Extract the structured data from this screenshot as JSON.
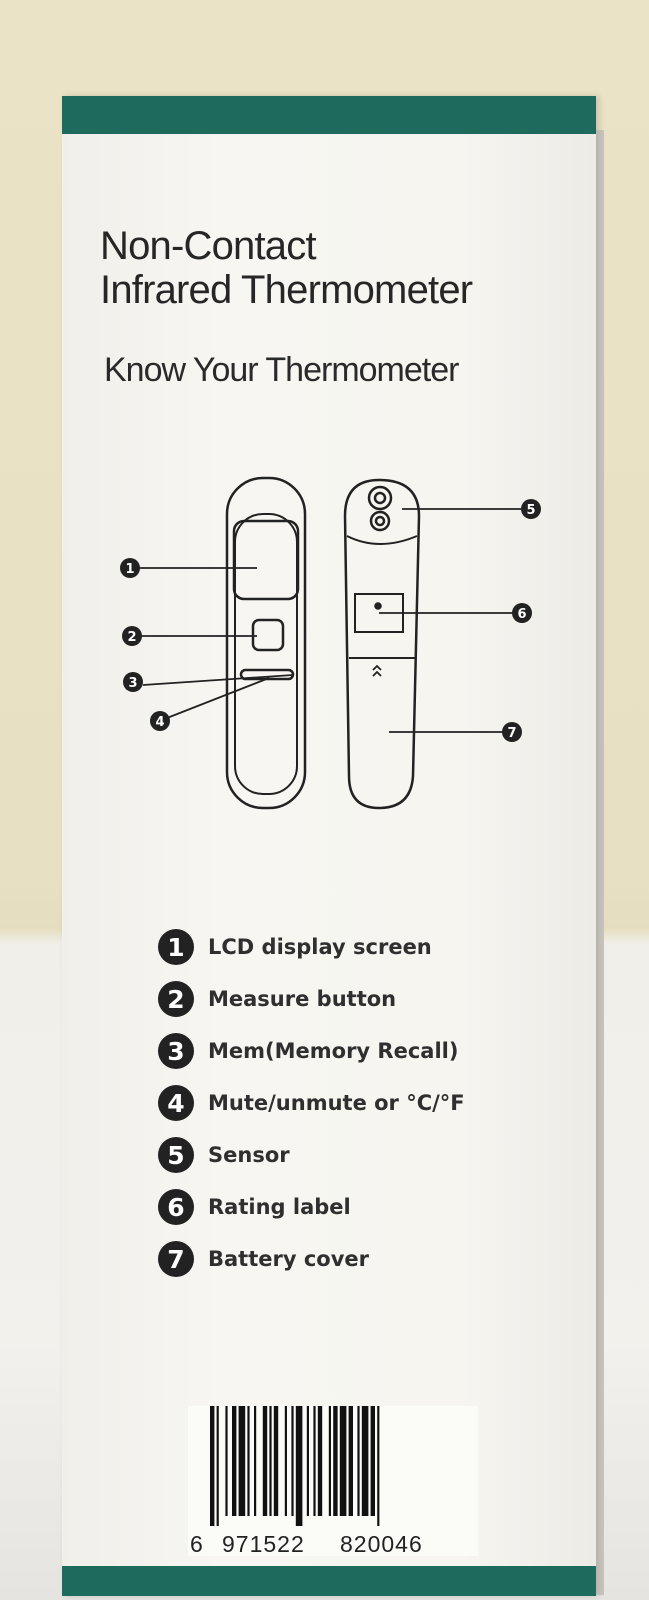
{
  "box": {
    "title_line1": "Non-Contact",
    "title_line2": "Infrared Thermometer",
    "subtitle": "Know Your Thermometer"
  },
  "diagram": {
    "callouts": [
      "1",
      "2",
      "3",
      "4",
      "5",
      "6",
      "7"
    ]
  },
  "legend": [
    {
      "num": "1",
      "label": "LCD display screen"
    },
    {
      "num": "2",
      "label": "Measure button"
    },
    {
      "num": "3",
      "label": "Mem(Memory Recall)"
    },
    {
      "num": "4",
      "label": "Mute/unmute or °C/°F"
    },
    {
      "num": "5",
      "label": "Sensor"
    },
    {
      "num": "6",
      "label": "Rating label"
    },
    {
      "num": "7",
      "label": "Battery cover"
    }
  ],
  "barcode": {
    "digit_first": "6",
    "digit_group1": "971522",
    "digit_group2": "820046"
  },
  "colors": {
    "teal_band": "#1e6a5c",
    "wall": "#ebe3c6"
  }
}
